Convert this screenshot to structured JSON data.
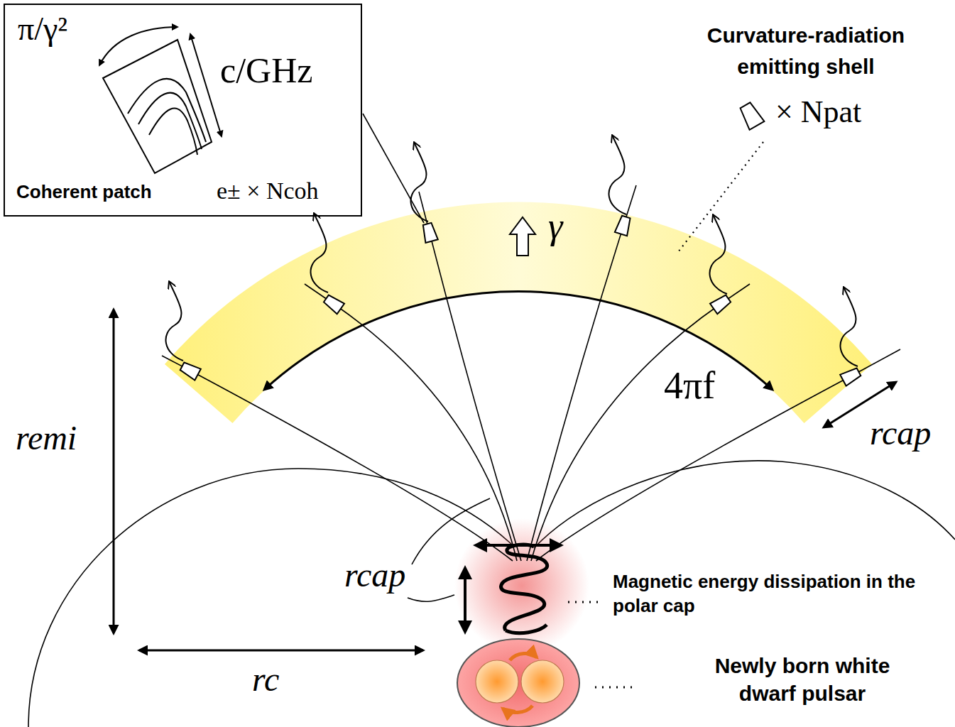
{
  "diagram": {
    "nodes": [
      {
        "text": [
          "π/γ²",
          "c/GHz",
          "Coherent patch",
          "e± × Ncoh"
        ]
      }
    ],
    "labels": [
      "Curvature-radiation emitting shell",
      "× Npat",
      "γ",
      "4πf",
      "rcap",
      "remi",
      "rcap",
      "rc",
      "Magnetic energy dissipation in the polar cap",
      "Newly born white dwarf pulsar"
    ]
  }
}
